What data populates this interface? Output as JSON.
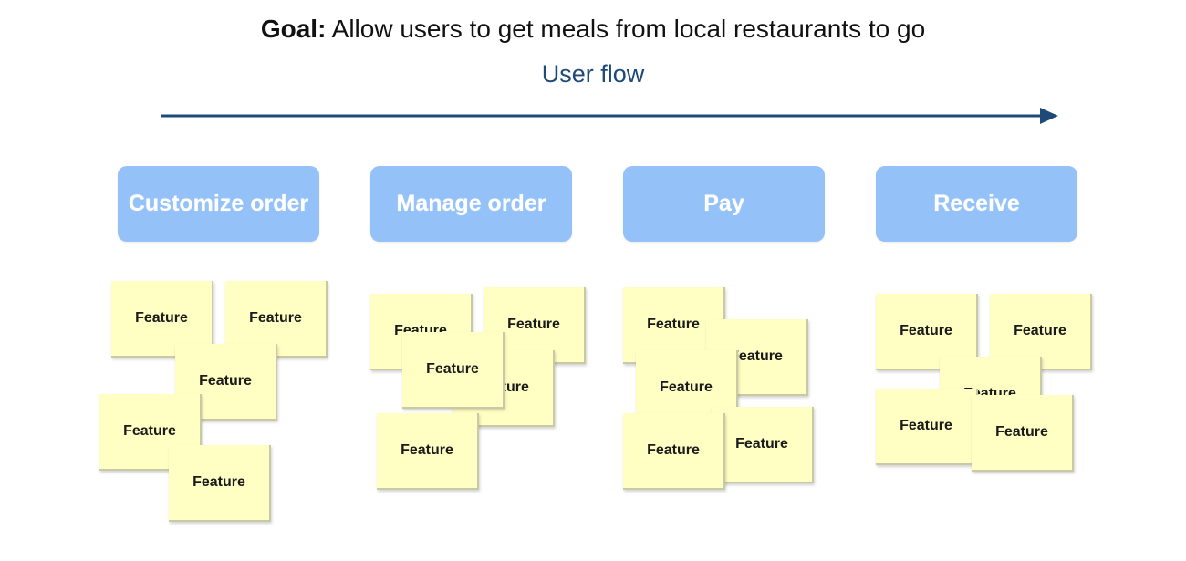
{
  "header": {
    "goal_label": "Goal:",
    "goal_text": "Allow users to get meals from local restaurants to go",
    "flow_label": "User flow"
  },
  "stages": [
    {
      "label": "Customize order"
    },
    {
      "label": "Manage order"
    },
    {
      "label": "Pay"
    },
    {
      "label": "Receive"
    }
  ],
  "note_label": "Feature",
  "colors": {
    "stage_fill": "#94c2f8",
    "note_fill": "#ffffc4",
    "arrow": "#1d4a78"
  }
}
